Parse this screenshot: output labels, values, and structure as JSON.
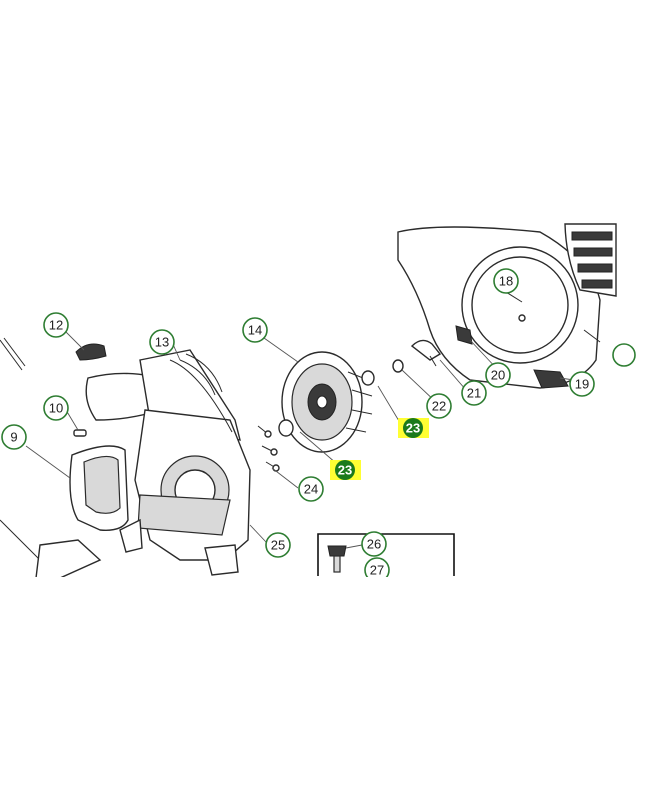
{
  "diagram": {
    "callouts": [
      {
        "id": "c9",
        "label": "9",
        "highlight": false
      },
      {
        "id": "c10",
        "label": "10",
        "highlight": false
      },
      {
        "id": "c12",
        "label": "12",
        "highlight": false
      },
      {
        "id": "c13",
        "label": "13",
        "highlight": false
      },
      {
        "id": "c14",
        "label": "14",
        "highlight": false
      },
      {
        "id": "c18",
        "label": "18",
        "highlight": false
      },
      {
        "id": "c19",
        "label": "19",
        "highlight": false
      },
      {
        "id": "c20",
        "label": "20",
        "highlight": false
      },
      {
        "id": "c21",
        "label": "21",
        "highlight": false
      },
      {
        "id": "c22",
        "label": "22",
        "highlight": false
      },
      {
        "id": "c23a",
        "label": "23",
        "highlight": true
      },
      {
        "id": "c23b",
        "label": "23",
        "highlight": true
      },
      {
        "id": "c24",
        "label": "24",
        "highlight": false
      },
      {
        "id": "c25",
        "label": "25",
        "highlight": false
      },
      {
        "id": "c26",
        "label": "26",
        "highlight": false
      },
      {
        "id": "c27",
        "label": "27",
        "highlight": false
      }
    ],
    "colors": {
      "callout_ring": "#2e7d32",
      "callout_fill_highlight": "#1b7a1b",
      "highlight_box": "#ffff33"
    }
  }
}
